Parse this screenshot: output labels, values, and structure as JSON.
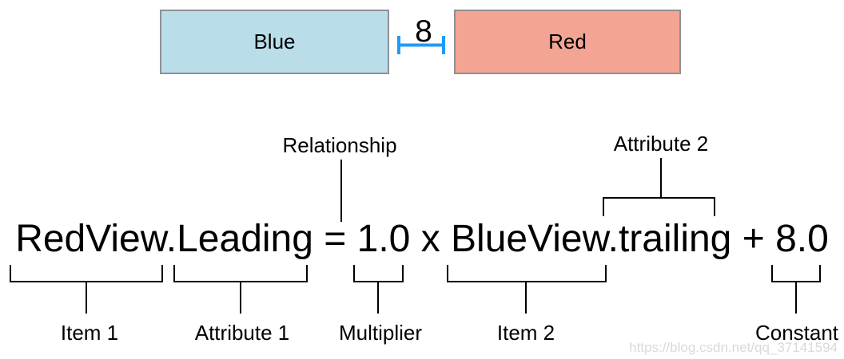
{
  "views": {
    "blue_label": "Blue",
    "red_label": "Red",
    "gap_value": "8"
  },
  "equation": {
    "text": "RedView.Leading = 1.0 x BlueView.trailing + 8.0"
  },
  "annotations": {
    "relationship": "Relationship",
    "attribute_2": "Attribute 2",
    "item_1": "Item 1",
    "attribute_1": "Attribute 1",
    "multiplier": "Multiplier",
    "item_2": "Item 2",
    "constant": "Constant"
  },
  "watermark": "https://blog.csdn.net/qq_37141594",
  "colors": {
    "blue_view_fill": "#BADEE9",
    "red_view_fill": "#F3A493",
    "view_border": "#8E9094",
    "measure_line": "#1E9BF9",
    "annotation_line": "#000000",
    "watermark_text": "#D9D9D9"
  }
}
